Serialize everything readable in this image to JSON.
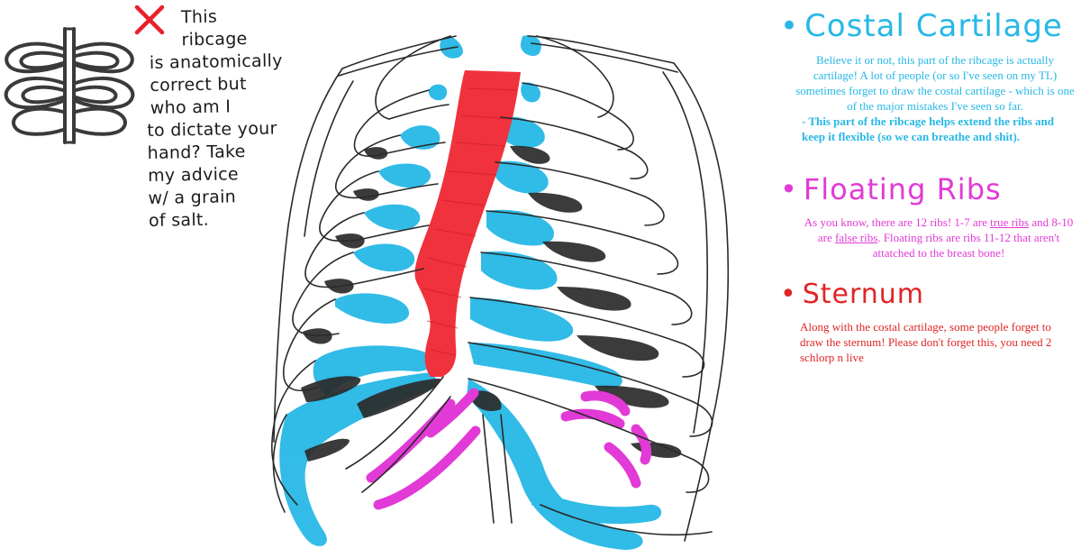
{
  "note": {
    "mark": "✕",
    "lines": [
      "This",
      "ribcage",
      "is anatomically",
      "correct but",
      "who am I",
      "to dictate your",
      "hand? Take",
      "my advice",
      "w/ a grain",
      "of salt."
    ]
  },
  "sections": {
    "costal": {
      "bullet": "•",
      "title": "Costal Cartilage",
      "body": "Believe it or not, this part of the ribcage is actually cartilage! A lot of people (or so I've seen on my TL) sometimes forget to draw the costal cartilage - which is one of the major mistakes I've seen so far.",
      "sub": "- This part of the ribcage helps extend the ribs and keep it flexible (so we can breathe and shit)."
    },
    "floating": {
      "bullet": "•",
      "title": "Floating Ribs",
      "body_1": "As you know, there are 12 ribs! 1-7 are ",
      "true_ribs": "true ribs",
      "body_2": " and 8-10 are ",
      "false_ribs": "false ribs",
      "body_3": ". Floating ribs are ribs 11-12 that aren't attatched to the breast bone!"
    },
    "sternum": {
      "bullet": "•",
      "title": "Sternum",
      "body": "Along with the costal cartilage, some people forget to draw the sternum! Please don't forget this, you need 2 schlorp n live"
    }
  },
  "colors": {
    "costal": "#27b8e6",
    "floating": "#e23ad6",
    "sternum": "#e02525",
    "shading": "#2b2b2b",
    "line": "#2a2a2a",
    "wrong_mark": "#e8202a"
  }
}
